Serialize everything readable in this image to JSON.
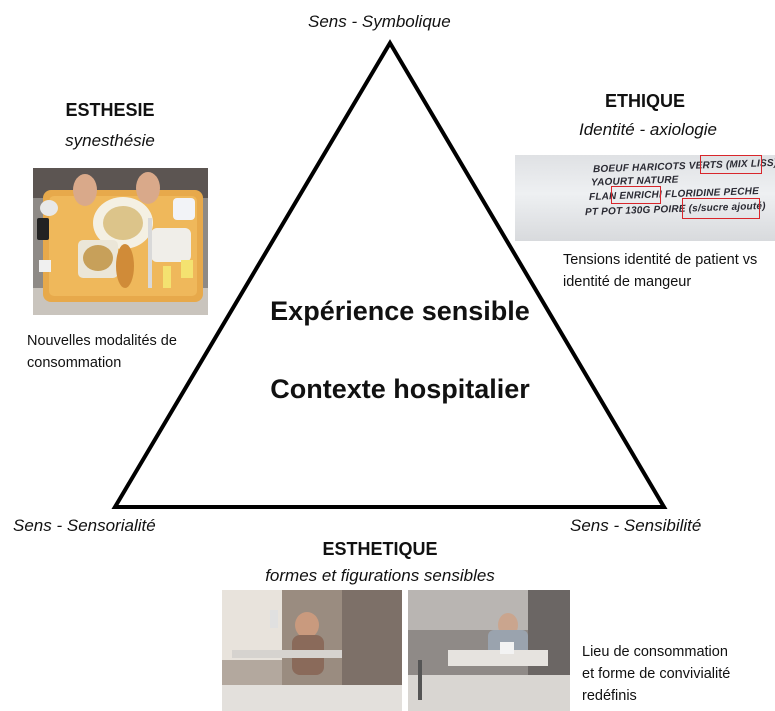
{
  "corners": {
    "top": "Sens - Symbolique",
    "bottom_left": "Sens - Sensorialité",
    "bottom_right": "Sens - Sensibilité"
  },
  "center": {
    "line1": "Expérience sensible",
    "line2": "Contexte hospitalier"
  },
  "esthesie": {
    "title": "ESTHESIE",
    "subtitle": "synesthésie",
    "caption_line1": "Nouvelles modalités de",
    "caption_line2": "consommation"
  },
  "ethique": {
    "title": "ETHIQUE",
    "subtitle": "Identité - axiologie",
    "label_lines": [
      "BOEUF HARICOTS VERTS (MIX LISS)",
      "YAOURT NATURE",
      "FLAN ENRICHI FLORIDINE PECHE",
      "PT POT 130G POIRE (s/sucre ajouté)"
    ],
    "caption_line1": "Tensions identité de patient vs",
    "caption_line2": "identité de mangeur"
  },
  "esthetique": {
    "title": "ESTHETIQUE",
    "subtitle": "formes et figurations sensibles",
    "caption_line1": "Lieu de consommation",
    "caption_line2": "et forme de convivialité",
    "caption_line3": "redéfinis"
  },
  "colors": {
    "triangle_stroke": "#000000",
    "highlight_box": "#d8262b"
  }
}
